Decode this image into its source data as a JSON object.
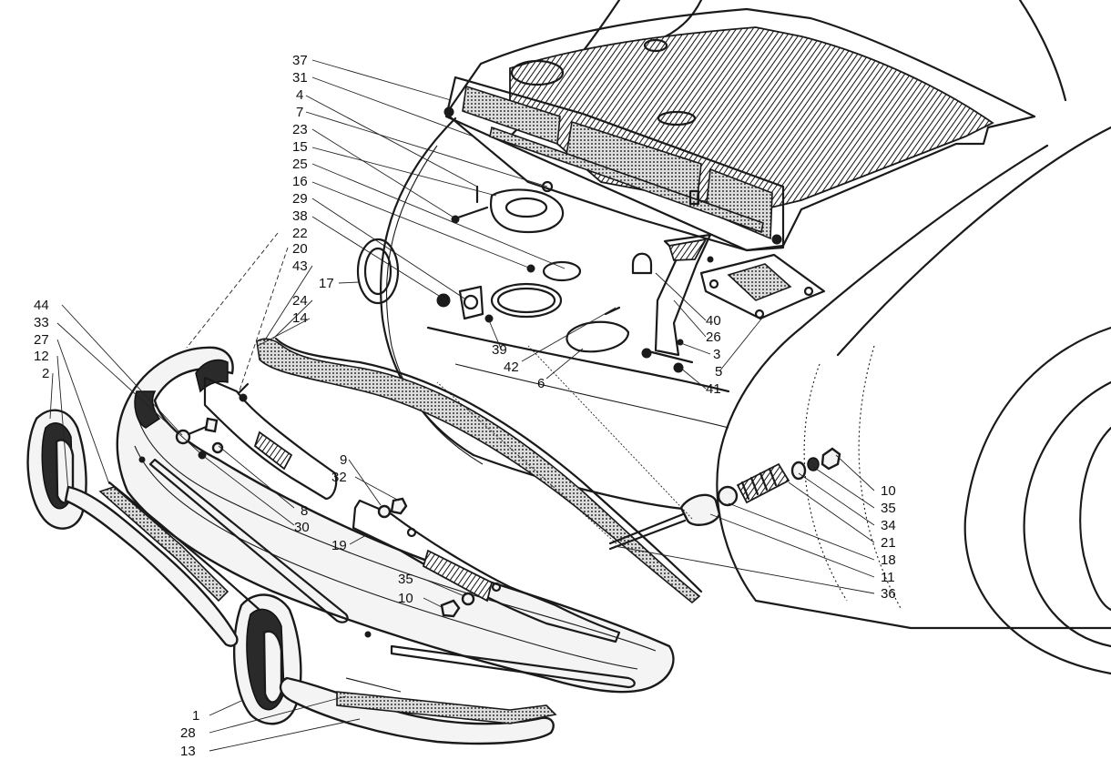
{
  "diagram": {
    "callouts": [
      {
        "id": "c37",
        "text": "37"
      },
      {
        "id": "c31",
        "text": "31"
      },
      {
        "id": "c4",
        "text": "4"
      },
      {
        "id": "c7",
        "text": "7"
      },
      {
        "id": "c23",
        "text": "23"
      },
      {
        "id": "c15",
        "text": "15"
      },
      {
        "id": "c25",
        "text": "25"
      },
      {
        "id": "c16",
        "text": "16"
      },
      {
        "id": "c29",
        "text": "29"
      },
      {
        "id": "c38",
        "text": "38"
      },
      {
        "id": "c22",
        "text": "22"
      },
      {
        "id": "c20",
        "text": "20"
      },
      {
        "id": "c43",
        "text": "43"
      },
      {
        "id": "c17",
        "text": "17"
      },
      {
        "id": "c24",
        "text": "24"
      },
      {
        "id": "c14",
        "text": "14"
      },
      {
        "id": "c44",
        "text": "44"
      },
      {
        "id": "c33",
        "text": "33"
      },
      {
        "id": "c27",
        "text": "27"
      },
      {
        "id": "c12",
        "text": "12"
      },
      {
        "id": "c2",
        "text": "2"
      },
      {
        "id": "c40",
        "text": "40"
      },
      {
        "id": "c26",
        "text": "26"
      },
      {
        "id": "c3",
        "text": "3"
      },
      {
        "id": "c5",
        "text": "5"
      },
      {
        "id": "c41",
        "text": "41"
      },
      {
        "id": "c39",
        "text": "39"
      },
      {
        "id": "c42",
        "text": "42"
      },
      {
        "id": "c6",
        "text": "6"
      },
      {
        "id": "c9",
        "text": "9"
      },
      {
        "id": "c32",
        "text": "32"
      },
      {
        "id": "c8",
        "text": "8"
      },
      {
        "id": "c30",
        "text": "30"
      },
      {
        "id": "c19",
        "text": "19"
      },
      {
        "id": "c35a",
        "text": "35"
      },
      {
        "id": "c10a",
        "text": "10"
      },
      {
        "id": "c10b",
        "text": "10"
      },
      {
        "id": "c35b",
        "text": "35"
      },
      {
        "id": "c34",
        "text": "34"
      },
      {
        "id": "c21",
        "text": "21"
      },
      {
        "id": "c18",
        "text": "18"
      },
      {
        "id": "c11",
        "text": "11"
      },
      {
        "id": "c36",
        "text": "36"
      },
      {
        "id": "c1",
        "text": "1"
      },
      {
        "id": "c28",
        "text": "28"
      },
      {
        "id": "c13",
        "text": "13"
      }
    ]
  }
}
